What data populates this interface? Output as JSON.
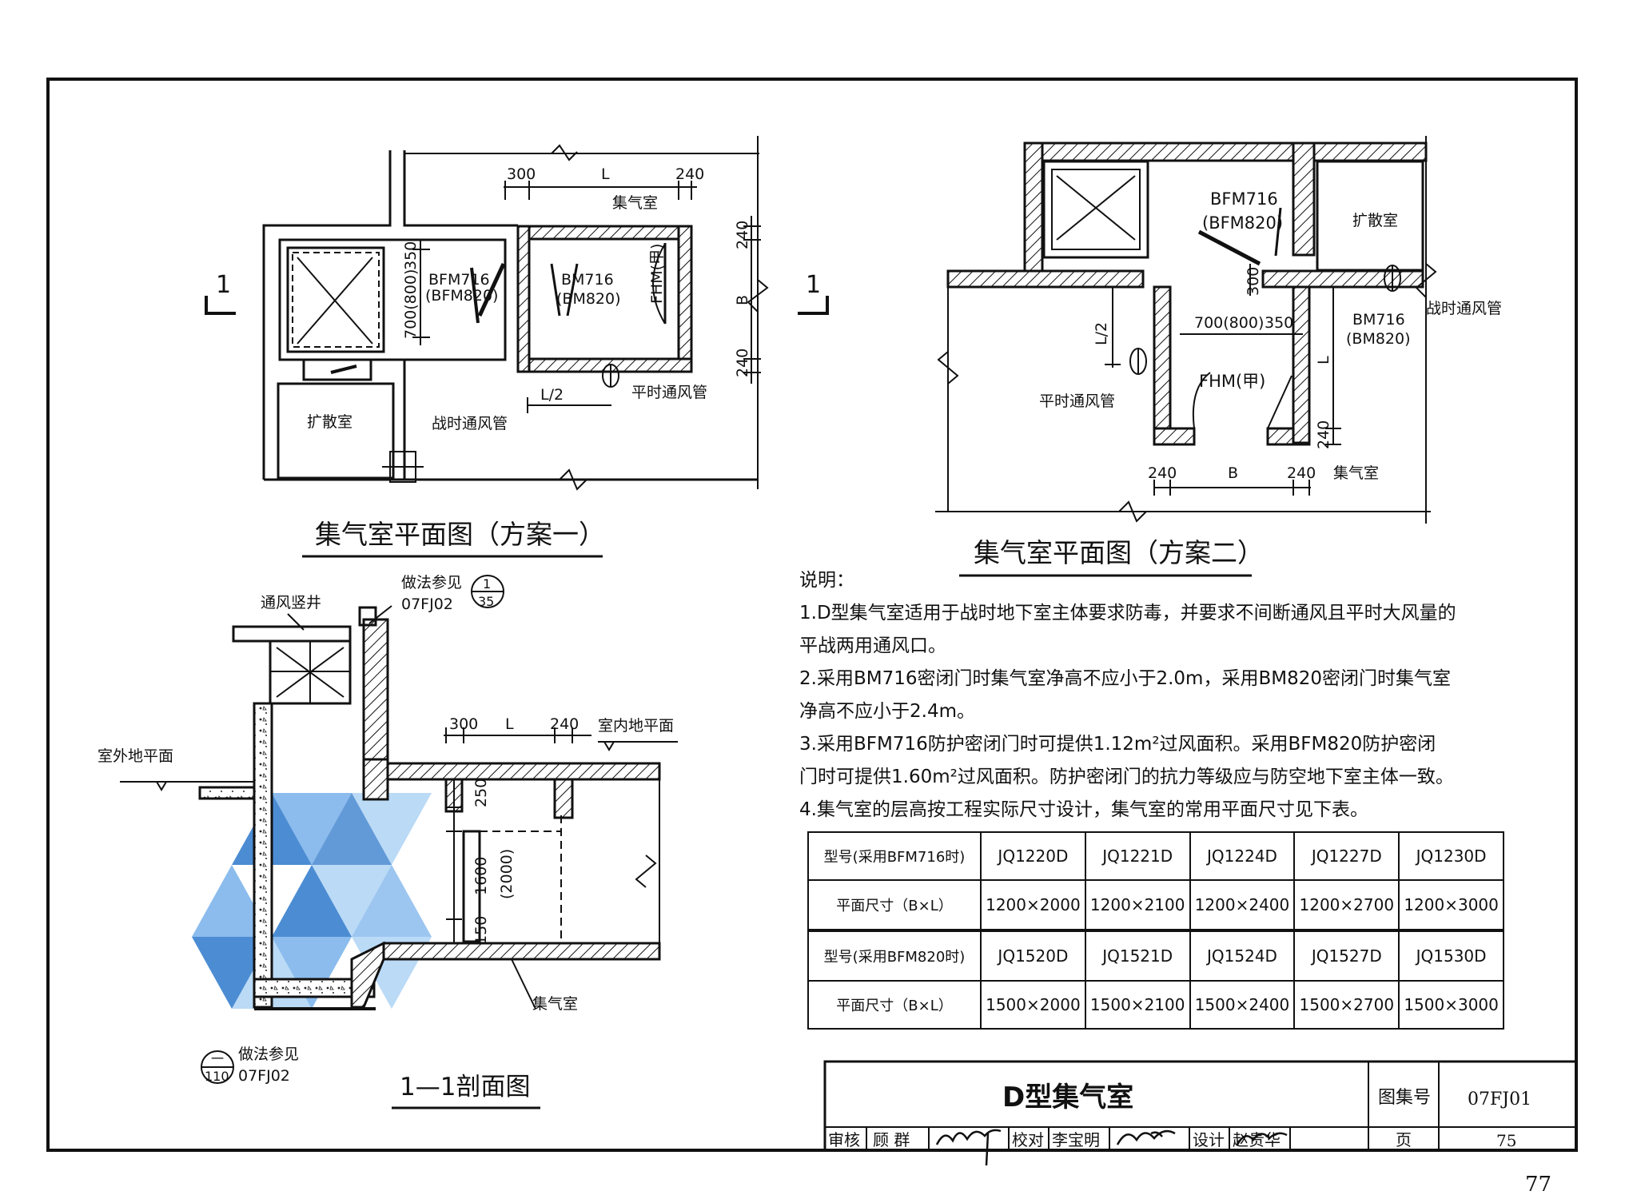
{
  "plan1": {
    "dims": {
      "d300": "300",
      "dL": "L",
      "d240": "240",
      "d240a": "240",
      "dB": "B",
      "d240b": "240",
      "d350": "350",
      "d700": "700(800)",
      "dL2": "L/2"
    },
    "labels": {
      "jiqishi": "集气室",
      "bfm1": "BFM716",
      "bfm2": "(BFM820)",
      "bm1": "BM716",
      "bm2": "(BM820)",
      "fhm": "FHM(甲)",
      "kuosan": "扩散室",
      "pingshi": "平时通风管",
      "zhanshi": "战时通风管"
    },
    "section_mark": "1",
    "title": "集气室平面图（方案一）"
  },
  "plan2": {
    "labels": {
      "bfm1": "BFM716",
      "bfm2": "(BFM820)",
      "kuosan": "扩散室",
      "zhanshi": "战时通风管",
      "bm1": "BM716",
      "bm2": "(BM820)",
      "fhm": "FHM(甲)",
      "pingshi": "平时通风管",
      "jiqishi": "集气室"
    },
    "dims": {
      "d300": "300",
      "d700": "700(800)",
      "d350": "350",
      "dL2": "L/2",
      "dL": "L",
      "d240": "240",
      "d240a": "240",
      "dB": "B",
      "d240b": "240"
    },
    "title": "集气室平面图（方案二）"
  },
  "section": {
    "labels": {
      "shaft": "通风竖井",
      "ref_top": "做法参见",
      "ref_top_code": "07FJ02",
      "ref_top_num": "1",
      "ref_top_page": "35",
      "outdoor": "室外地平面",
      "indoor": "室内地平面",
      "jiqishi": "集气室",
      "ref_bot": "做法参见",
      "ref_bot_code": "07FJ02",
      "ref_bot_num": "一",
      "ref_bot_page": "110"
    },
    "dims": {
      "d300": "300",
      "dL": "L",
      "d240": "240",
      "d250": "250",
      "d1600": "1600",
      "d2000": "(2000)",
      "d150": "150"
    },
    "title": "1—1剖面图"
  },
  "notes": {
    "heading": "说明：",
    "lines": [
      "1.D型集气室适用于战时地下室主体要求防毒，并要求不间断通风且平时大风量的",
      "平战两用通风口。",
      "2.采用BM716密闭门时集气室净高不应小于2.0m，采用BM820密闭门时集气室",
      "净高不应小于2.4m。",
      "3.采用BFM716防护密闭门时可提供1.12m²过风面积。采用BFM820防护密闭",
      "门时可提供1.60m²过风面积。防护密闭门的抗力等级应与防空地下室主体一致。",
      "4.集气室的层高按工程实际尺寸设计，集气室的常用平面尺寸见下表。"
    ]
  },
  "spec_table": {
    "rows": [
      [
        "型号(采用BFM716时)",
        "JQ1220D",
        "JQ1221D",
        "JQ1224D",
        "JQ1227D",
        "JQ1230D"
      ],
      [
        "平面尺寸（B×L）",
        "1200×2000",
        "1200×2100",
        "1200×2400",
        "1200×2700",
        "1200×3000"
      ],
      [
        "型号(采用BFM820时)",
        "JQ1520D",
        "JQ1521D",
        "JQ1524D",
        "JQ1527D",
        "JQ1530D"
      ],
      [
        "平面尺寸（B×L）",
        "1500×2000",
        "1500×2100",
        "1500×2400",
        "1500×2700",
        "1500×3000"
      ]
    ]
  },
  "title_block": {
    "title": "D型集气室",
    "atlas_label": "图集号",
    "atlas_no": "07FJ01",
    "review_label": "审核",
    "review_name": "顾 群",
    "check_label": "校对",
    "check_name": "李宝明",
    "design_label": "设计",
    "design_name": "赵贵华",
    "page_label": "页",
    "page_no": "75"
  },
  "sheet_page_number": "77",
  "colors": {
    "ink": "#111111",
    "watermark": "#1f6fc8"
  }
}
